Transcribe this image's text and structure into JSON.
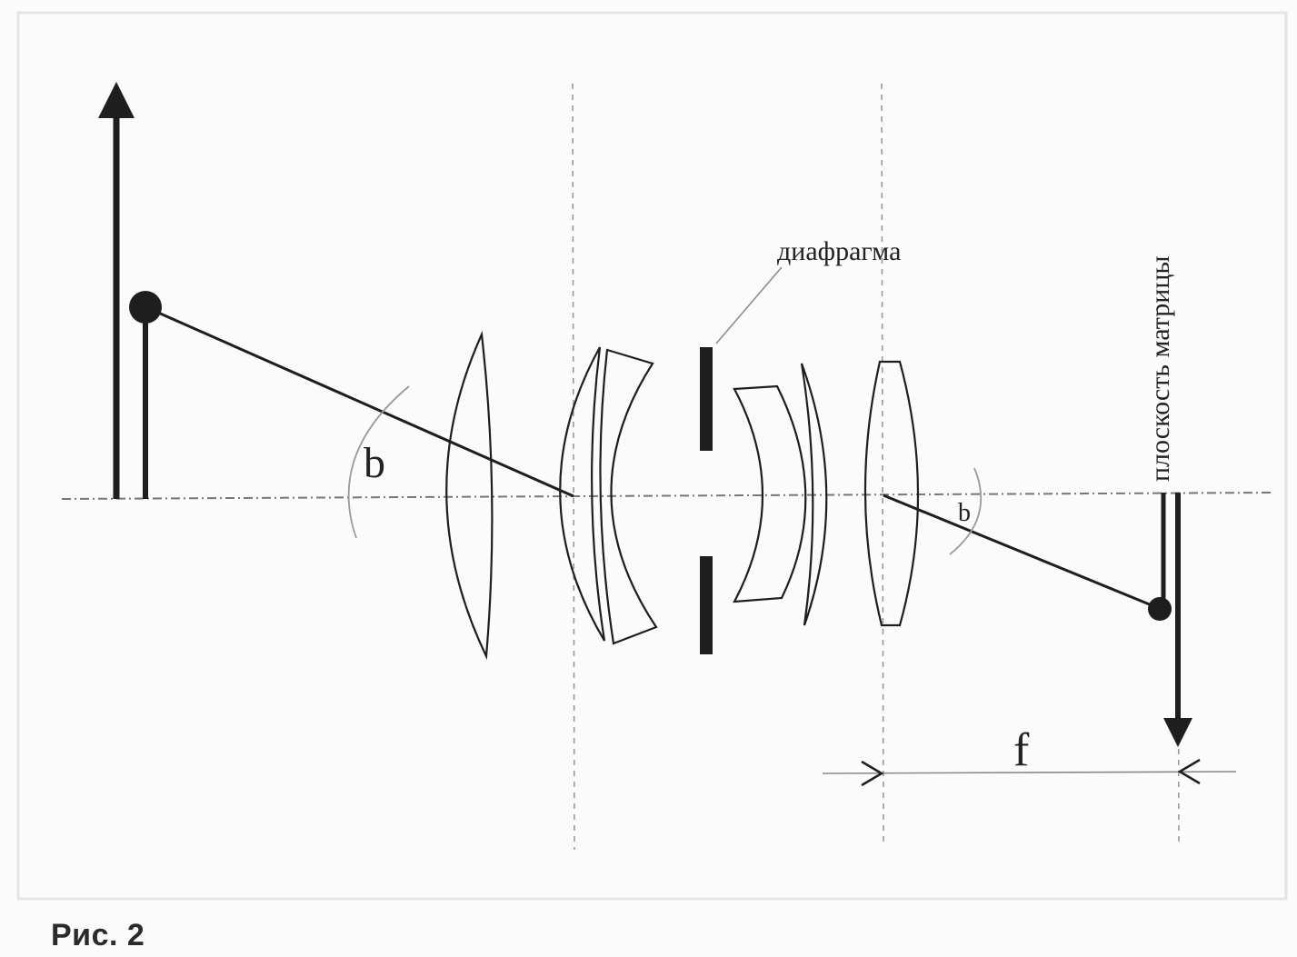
{
  "figure": {
    "caption": "Рис. 2",
    "labels": {
      "aperture": "диафрагма",
      "sensor_plane": "плоскость матрицы",
      "angle_object": "b",
      "angle_image": "b",
      "focal_length": "f"
    }
  },
  "colors": {
    "background": "#fbfbfb",
    "line": "#1e1e1e",
    "dashed_line": "#888888",
    "arc": "#9a9a9a"
  }
}
